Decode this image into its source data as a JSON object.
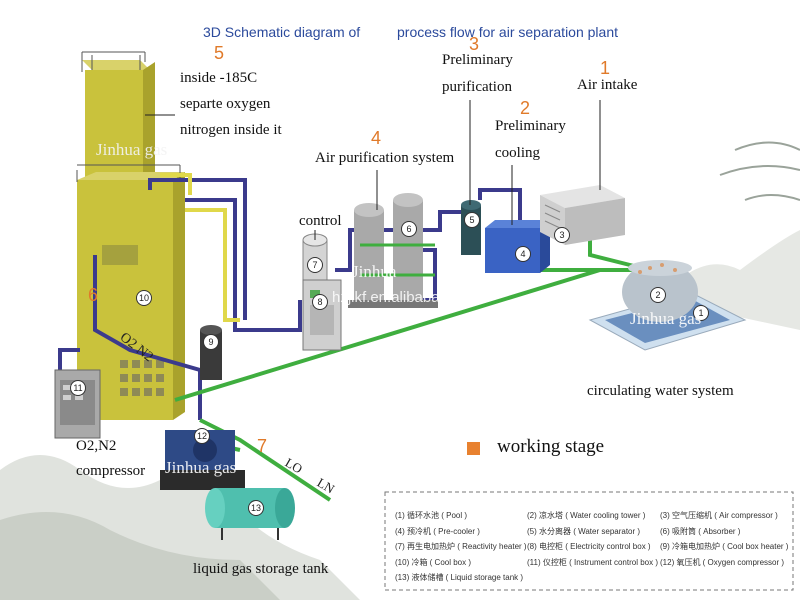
{
  "header": {
    "title_left": "3D Schematic diagram of",
    "title_right": "process flow for air separation plant"
  },
  "stages": [
    {
      "num": "1",
      "lines": [
        "Air intake"
      ]
    },
    {
      "num": "2",
      "lines": [
        "Preliminary",
        "cooling"
      ]
    },
    {
      "num": "3",
      "lines": [
        "Preliminary",
        "purification"
      ]
    },
    {
      "num": "4",
      "lines": [
        "Air purification system"
      ]
    },
    {
      "num": "5",
      "lines": [
        "inside -185C",
        "separte oxygen",
        "nitrogen inside it"
      ]
    },
    {
      "num": "6",
      "lines": []
    },
    {
      "num": "7",
      "lines": []
    }
  ],
  "labels": {
    "control": "control",
    "circulating": "circulating water system",
    "compressor_1": "O2,N2",
    "compressor_2": "compressor",
    "storage": "liquid gas storage tank",
    "o2n2_pipe": "O2 N2",
    "lo": "LO",
    "ln": "LN",
    "working_stage": "working stage"
  },
  "watermarks": {
    "w1": "Jinhua gas",
    "w2": "Jinhua",
    "w3": "Jinhua gas",
    "w4": "Jinhua gas",
    "url": "hzjlkf.en.alibaba.com"
  },
  "equipment_numbers": [
    "1",
    "2",
    "3",
    "4",
    "5",
    "6",
    "7",
    "8",
    "9",
    "10",
    "11",
    "12",
    "13"
  ],
  "legend": [
    {
      "n": "1",
      "text": "循环水池 ( Pool )"
    },
    {
      "n": "2",
      "text": "凉水塔 ( Water cooling tower )"
    },
    {
      "n": "3",
      "text": "空气压缩机 ( Air compressor )"
    },
    {
      "n": "4",
      "text": "预冷机 ( Pre-cooler )"
    },
    {
      "n": "5",
      "text": "水分离器 ( Water separator )"
    },
    {
      "n": "6",
      "text": "吸附筒 ( Absorber )"
    },
    {
      "n": "7",
      "text": "再生电加热炉 ( Reactivity heater )"
    },
    {
      "n": "8",
      "text": "电控柜 ( Electricity control box )"
    },
    {
      "n": "9",
      "text": "冷箱电加热炉 ( Cool box heater )"
    },
    {
      "n": "10",
      "text": "冷箱 ( Cool box )"
    },
    {
      "n": "11",
      "text": "仪控柜 ( Instrument control box )"
    },
    {
      "n": "12",
      "text": "氧压机 ( Oxygen compressor )"
    },
    {
      "n": "13",
      "text": "液体储槽 ( Liquid storage tank )"
    }
  ],
  "colors": {
    "title": "#2b4a9c",
    "stage_number": "#e07a2a",
    "coldbox": "#c9c23c",
    "pipe_purple": "#3b3a8c",
    "pipe_green": "#3fae3f",
    "pipe_yellow": "#e0d84a",
    "tank_teal": "#4fbfae",
    "precooler_blue": "#3a63c4"
  }
}
